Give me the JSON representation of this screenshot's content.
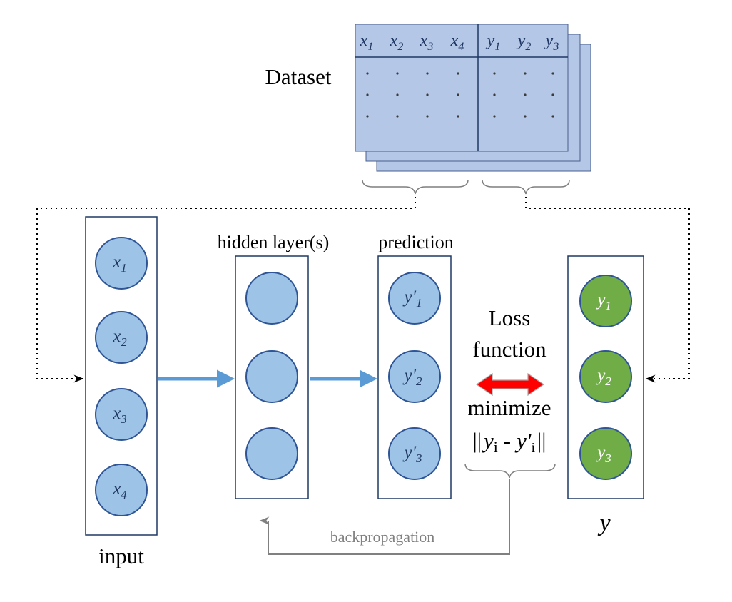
{
  "dataset": {
    "title": "Dataset",
    "x_headers": [
      {
        "base": "x",
        "sub": "1"
      },
      {
        "base": "x",
        "sub": "2"
      },
      {
        "base": "x",
        "sub": "3"
      },
      {
        "base": "x",
        "sub": "4"
      }
    ],
    "y_headers": [
      {
        "base": "y",
        "sub": "1"
      },
      {
        "base": "y",
        "sub": "2"
      },
      {
        "base": "y",
        "sub": "3"
      }
    ],
    "row_marker": "·"
  },
  "layers": {
    "input": {
      "label": "input",
      "nodes": [
        {
          "base": "x",
          "sub": "1"
        },
        {
          "base": "x",
          "sub": "2"
        },
        {
          "base": "x",
          "sub": "3"
        },
        {
          "base": "x",
          "sub": "4"
        }
      ]
    },
    "hidden": {
      "label": "hidden layer(s)",
      "node_count": 3
    },
    "prediction": {
      "label": "prediction",
      "nodes": [
        {
          "base": "y'",
          "sub": "1"
        },
        {
          "base": "y'",
          "sub": "2"
        },
        {
          "base": "y'",
          "sub": "3"
        }
      ]
    },
    "target": {
      "label": "y",
      "nodes": [
        {
          "base": "y",
          "sub": "1"
        },
        {
          "base": "y",
          "sub": "2"
        },
        {
          "base": "y",
          "sub": "3"
        }
      ]
    }
  },
  "loss": {
    "line1": "Loss",
    "line2": "function",
    "minimize": "minimize",
    "formula": {
      "bar": "||",
      "a": "y",
      "a_sub": "i",
      "minus": "-",
      "b": "y'",
      "b_sub": "i"
    }
  },
  "backprop_label": "backpropagation",
  "colors": {
    "table_fill": "#b4c7e7",
    "table_stroke": "#4a5f8c",
    "node_fill": "#9dc3e6",
    "node_stroke": "#2f5597",
    "target_fill": "#70ad47",
    "layer_stroke": "#1f3864",
    "flow_arrow": "#5b9bd5",
    "loss_arrow": "#ff0000",
    "backprop": "#808080"
  }
}
